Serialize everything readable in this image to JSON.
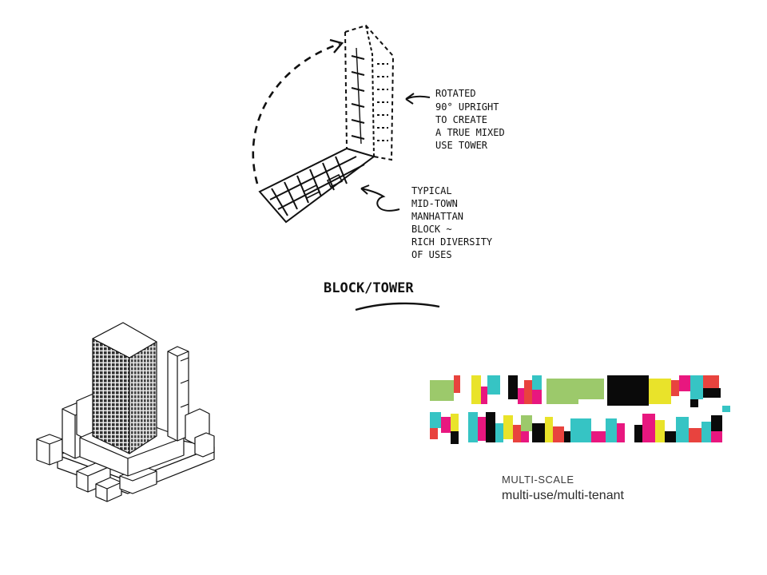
{
  "sketch": {
    "note_rotated": [
      "ROTATED",
      "90° UPRIGHT",
      "TO CREATE",
      "A TRUE MIXED",
      "USE TOWER"
    ],
    "note_typical": [
      "TYPICAL",
      "MID-TOWN",
      "MANHATTAN",
      "BLOCK ~",
      "RICH DIVERSITY",
      "OF USES"
    ],
    "title": "BLOCK/TOWER"
  },
  "strip": {
    "colors": {
      "green": "#9cc96b",
      "magenta": "#e8177f",
      "yellow": "#e9e32a",
      "cyan": "#36c4c4",
      "black": "#0a0a0a",
      "red": "#e8433e",
      "white": "#ffffff"
    }
  },
  "captions": {
    "label": "MULTI-SCALE",
    "subtitle": "multi-use/multi-tenant"
  }
}
